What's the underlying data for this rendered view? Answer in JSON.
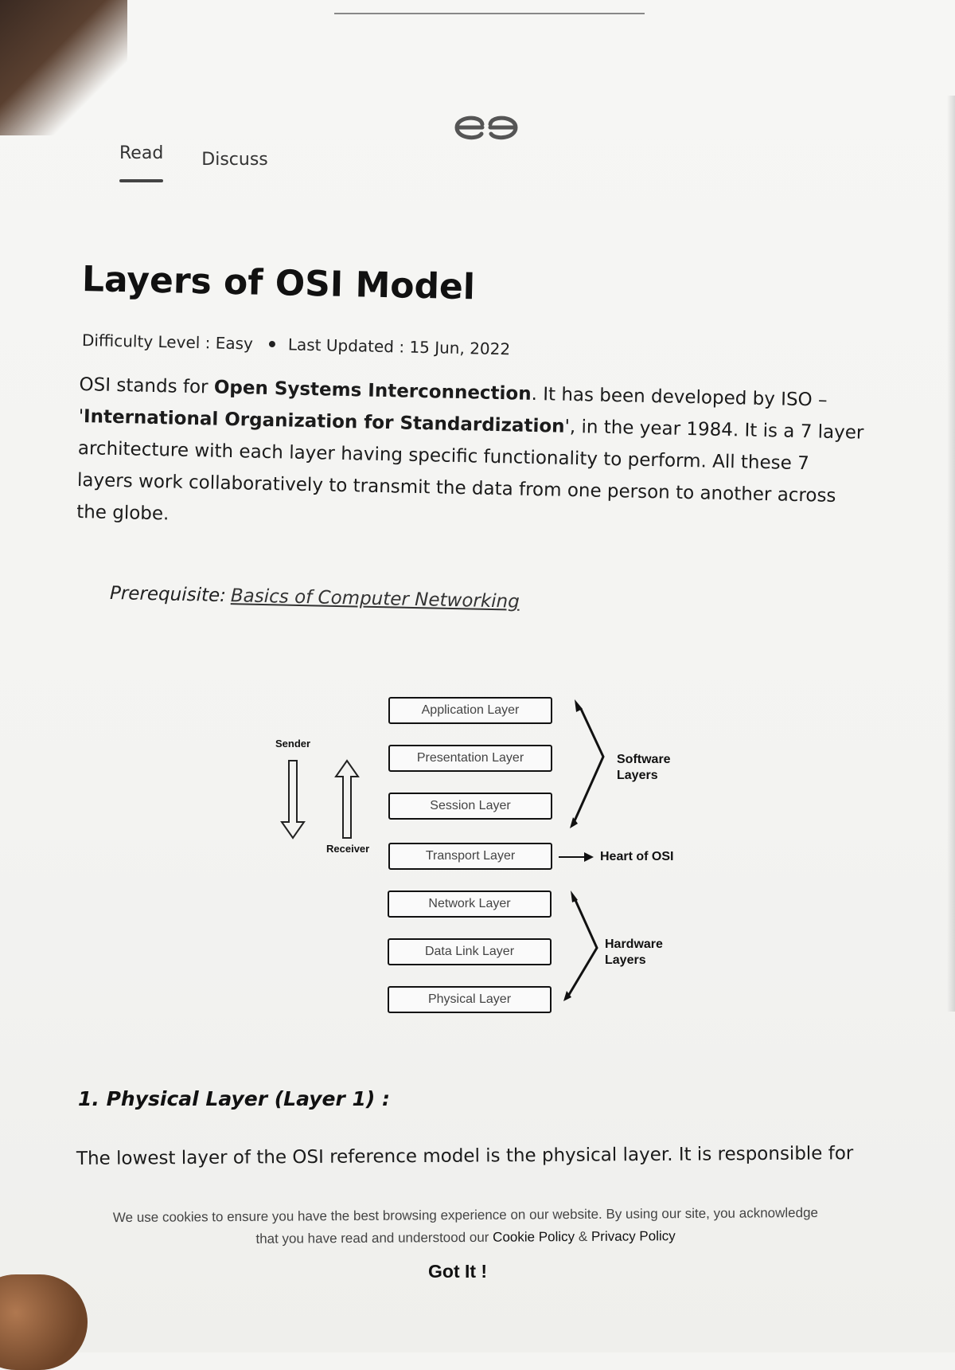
{
  "tabs": {
    "read": "Read",
    "discuss": "Discuss"
  },
  "article": {
    "title": "Layers of OSI Model",
    "difficulty": "Difficulty Level : Easy",
    "last_updated": "Last Updated : 15 Jun, 2022",
    "intro_pre": "OSI stands for ",
    "intro_bold1": "Open Systems Interconnection",
    "intro_mid": ". It has been developed by ISO – '",
    "intro_bold2": "International Organization for Standardization",
    "intro_post": "', in the year 1984. It is a 7 layer architecture with each layer having specific functionality to perform. All these 7 layers work collaboratively to transmit the data from one person to another across the globe.",
    "prerequisite_label": "Prerequisite:",
    "prerequisite_link": "Basics of Computer Networking"
  },
  "diagram": {
    "layers": [
      "Application Layer",
      "Presentation Layer",
      "Session Layer",
      "Transport Layer",
      "Network Layer",
      "Data Link Layer",
      "Physical Layer"
    ],
    "sender": "Sender",
    "receiver": "Receiver",
    "software_line1": "Software",
    "software_line2": "Layers",
    "heart": "Heart of OSI",
    "hardware_line1": "Hardware",
    "hardware_line2": "Layers"
  },
  "section": {
    "heading": "1. Physical Layer (Layer 1) :",
    "text": "The lowest layer of the OSI reference model is the physical layer. It is responsible for"
  },
  "cookie": {
    "msg_line1": "We use cookies to ensure you have the best browsing experience on our website. By using our site, you acknowledge",
    "msg_line2_pre": "that you have read and understood our ",
    "cookie_policy": "Cookie Policy",
    "amp": " & ",
    "privacy_policy": "Privacy Policy",
    "got_it": "Got It !"
  }
}
